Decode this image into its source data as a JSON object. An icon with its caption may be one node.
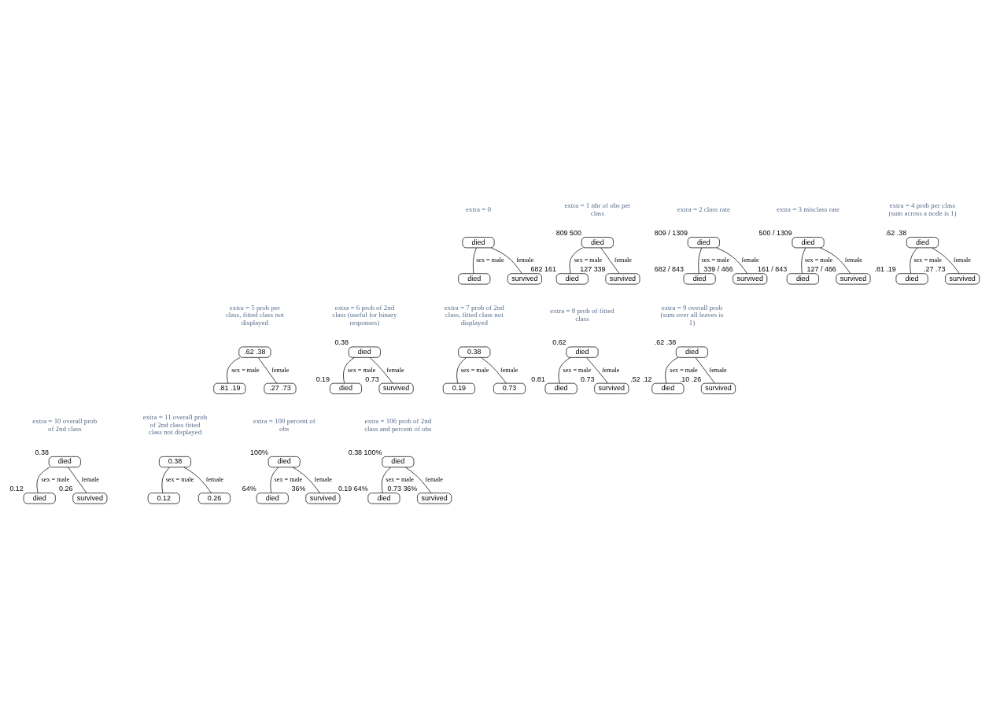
{
  "diagram": {
    "nodes": [
      {
        "text": [
          "died"
        ]
      },
      {
        "text": [
          "died"
        ]
      },
      {
        "text": [
          "survived"
        ]
      },
      {
        "text": [
          "died"
        ],
        "beside": [
          "809 500"
        ]
      },
      {
        "text": [
          "died"
        ],
        "beside": [
          "682 161"
        ]
      },
      {
        "text": [
          "survived"
        ],
        "beside": [
          "127 339"
        ]
      },
      {
        "text": [
          "died"
        ],
        "beside": [
          "809 / 1309"
        ]
      },
      {
        "text": [
          "died"
        ],
        "beside": [
          "682 / 843"
        ]
      },
      {
        "text": [
          "survived"
        ],
        "beside": [
          "339 / 466"
        ]
      },
      {
        "text": [
          "died"
        ],
        "beside": [
          "500 / 1309"
        ]
      },
      {
        "text": [
          "died"
        ],
        "beside": [
          "161 / 843"
        ]
      },
      {
        "text": [
          "survived"
        ],
        "beside": [
          "127 / 466"
        ]
      },
      {
        "text": [
          "died"
        ],
        "beside": [
          ".62 .38"
        ]
      },
      {
        "text": [
          "died"
        ],
        "beside": [
          ".81 .19"
        ]
      },
      {
        "text": [
          "survived"
        ],
        "beside": [
          ".27 .73"
        ]
      },
      {
        "text": [
          ".62 .38"
        ]
      },
      {
        "text": [
          ".81 .19"
        ]
      },
      {
        "text": [
          ".27 .73"
        ]
      },
      {
        "text": [
          "died"
        ],
        "beside": [
          "0.38"
        ]
      },
      {
        "text": [
          "died"
        ],
        "beside": [
          "0.19"
        ]
      },
      {
        "text": [
          "survived"
        ],
        "beside": [
          "0.73"
        ]
      },
      {
        "text": [
          "0.38"
        ]
      },
      {
        "text": [
          "0.19"
        ]
      },
      {
        "text": [
          "0.73"
        ]
      },
      {
        "text": [
          "died"
        ],
        "beside": [
          "0.62"
        ]
      },
      {
        "text": [
          "died"
        ],
        "beside": [
          "0.81"
        ]
      },
      {
        "text": [
          "survived"
        ],
        "beside": [
          "0.73"
        ]
      },
      {
        "text": [
          "died"
        ],
        "beside": [
          ".62 .38"
        ]
      },
      {
        "text": [
          "died"
        ],
        "beside": [
          ".52 .12"
        ]
      },
      {
        "text": [
          "survived"
        ],
        "beside": [
          ".10 .26"
        ]
      },
      {
        "text": [
          "died"
        ],
        "beside": [
          "0.38"
        ]
      },
      {
        "text": [
          "died"
        ],
        "beside": [
          "0.12"
        ]
      },
      {
        "text": [
          "survived"
        ],
        "beside": [
          "0.26"
        ]
      },
      {
        "text": [
          "0.38"
        ]
      },
      {
        "text": [
          "0.12"
        ]
      },
      {
        "text": [
          "0.26"
        ]
      },
      {
        "text": [
          "died"
        ],
        "beside": [
          "100%"
        ]
      },
      {
        "text": [
          "died"
        ],
        "beside": [
          "64%"
        ]
      },
      {
        "text": [
          "survived"
        ],
        "beside": [
          "36%"
        ]
      },
      {
        "text": [
          "died"
        ],
        "beside": [
          "0.38 100%"
        ]
      },
      {
        "text": [
          "died"
        ],
        "beside": [
          "0.19 64%"
        ]
      },
      {
        "text": [
          "survived"
        ],
        "beside": [
          "0.73 36%"
        ]
      }
    ],
    "edges": [
      {
        "from": 0,
        "to": 1,
        "arrow": "none",
        "label": "sex = male"
      },
      {
        "from": 0,
        "to": 2,
        "arrow": "none",
        "label": "female"
      },
      {
        "from": 3,
        "to": 4,
        "arrow": "none",
        "label": "sex = male"
      },
      {
        "from": 3,
        "to": 5,
        "arrow": "none",
        "label": "female"
      },
      {
        "from": 6,
        "to": 7,
        "arrow": "none",
        "label": "sex = male"
      },
      {
        "from": 6,
        "to": 8,
        "arrow": "none",
        "label": "female"
      },
      {
        "from": 9,
        "to": 10,
        "arrow": "none",
        "label": "sex = male"
      },
      {
        "from": 9,
        "to": 11,
        "arrow": "none",
        "label": "female"
      },
      {
        "from": 12,
        "to": 13,
        "arrow": "none",
        "label": "sex = male"
      },
      {
        "from": 12,
        "to": 14,
        "arrow": "none",
        "label": "female"
      },
      {
        "from": 15,
        "to": 16,
        "arrow": "none",
        "label": "sex = male"
      },
      {
        "from": 15,
        "to": 17,
        "arrow": "none",
        "label": "female"
      },
      {
        "from": 18,
        "to": 19,
        "arrow": "none",
        "label": "sex = male"
      },
      {
        "from": 18,
        "to": 20,
        "arrow": "none",
        "label": "female"
      },
      {
        "from": 21,
        "to": 22,
        "arrow": "none",
        "label": "sex = male"
      },
      {
        "from": 21,
        "to": 23,
        "arrow": "none",
        "label": "female"
      },
      {
        "from": 24,
        "to": 25,
        "arrow": "none",
        "label": "sex = male"
      },
      {
        "from": 24,
        "to": 26,
        "arrow": "none",
        "label": "female"
      },
      {
        "from": 27,
        "to": 28,
        "arrow": "none",
        "label": "sex = male"
      },
      {
        "from": 27,
        "to": 29,
        "arrow": "none",
        "label": "female"
      },
      {
        "from": 30,
        "to": 31,
        "arrow": "none",
        "label": "sex = male"
      },
      {
        "from": 30,
        "to": 32,
        "arrow": "none",
        "label": "female"
      },
      {
        "from": 33,
        "to": 34,
        "arrow": "none",
        "label": "sex = male"
      },
      {
        "from": 33,
        "to": 35,
        "arrow": "none",
        "label": "female"
      },
      {
        "from": 36,
        "to": 37,
        "arrow": "none",
        "label": "sex = male"
      },
      {
        "from": 36,
        "to": 38,
        "arrow": "none",
        "label": "female"
      },
      {
        "from": 39,
        "to": 40,
        "arrow": "none",
        "label": "sex = male"
      },
      {
        "from": 39,
        "to": 41,
        "arrow": "none",
        "label": "female"
      }
    ],
    "labels": [
      "extra = 0",
      "extra = 1 nbr of obs per class",
      "extra = 2 class rate",
      "extra = 3 misclass rate",
      "extra = 4 prob per class (sum across a node is 1)",
      "extra = 5 prob per class, fitted class not displayed",
      "extra = 6 prob of 2nd class (useful for binary responses)",
      "extra = 7 prob of 2nd class, fitted class not displayed",
      "extra = 8 prob of fitted class",
      "extra = 9 overall prob (sum over all leaves is 1)",
      "extra = 10 overall prob of 2nd class",
      "extra = 11 overall prob of 2nd class fitted class not displayed",
      "extra = 100 percent of obs",
      "extra = 106 prob of 2nd class and percent of obs"
    ]
  }
}
